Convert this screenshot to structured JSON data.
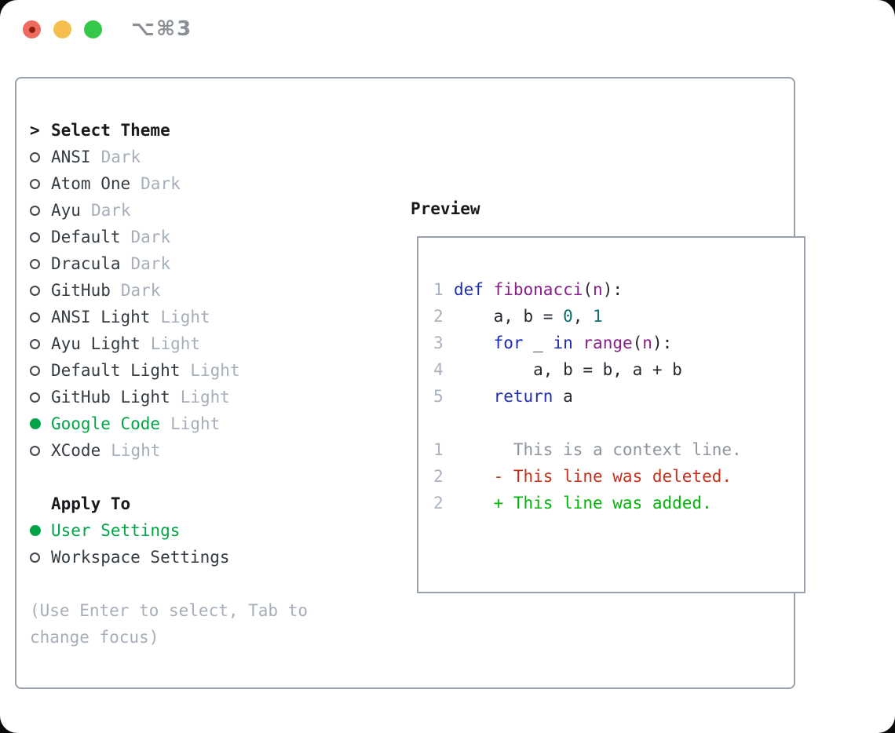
{
  "colors": {
    "light-red": "#ee6a5e",
    "light-red-dot": "#8c1d12",
    "light-yellow": "#f5bf4f",
    "light-green": "#34c748",
    "shortcut": "#8b9097",
    "border": "#99a1ac",
    "header": "#17191c",
    "text": "#343b42",
    "muted": "#a6aeb9",
    "green": "#00a546",
    "gutter": "#a9b2c0",
    "code-plain": "#24292f",
    "keyword": "#1f2db3",
    "function": "#861f86",
    "number": "#0d6e6e",
    "context": "#8d949d",
    "deleted": "#c5301b",
    "added": "#00b407"
  },
  "titlebar": {
    "shortcut": "⌥⌘3",
    "traffic_lights": [
      "close",
      "minimize",
      "zoom"
    ]
  },
  "theme_panel": {
    "header_prefix": ">",
    "header": "Select Theme",
    "items": [
      {
        "label": "ANSI",
        "variant": "Dark",
        "selected": false
      },
      {
        "label": "Atom One",
        "variant": "Dark",
        "selected": false
      },
      {
        "label": "Ayu",
        "variant": "Dark",
        "selected": false
      },
      {
        "label": "Default",
        "variant": "Dark",
        "selected": false
      },
      {
        "label": "Dracula",
        "variant": "Dark",
        "selected": false
      },
      {
        "label": "GitHub",
        "variant": "Dark",
        "selected": false
      },
      {
        "label": "ANSI Light",
        "variant": "Light",
        "selected": false
      },
      {
        "label": "Ayu Light",
        "variant": "Light",
        "selected": false
      },
      {
        "label": "Default Light",
        "variant": "Light",
        "selected": false
      },
      {
        "label": "GitHub Light",
        "variant": "Light",
        "selected": false
      },
      {
        "label": "Google Code",
        "variant": "Light",
        "selected": true
      },
      {
        "label": "XCode",
        "variant": "Light",
        "selected": false
      }
    ],
    "apply_header": "Apply To",
    "apply_options": [
      {
        "label": "User Settings",
        "selected": true
      },
      {
        "label": "Workspace Settings",
        "selected": false
      }
    ],
    "hint_lines": [
      "(Use Enter to select, Tab to",
      "change focus)"
    ]
  },
  "preview": {
    "header": "Preview",
    "lines": [
      {
        "num": "1",
        "tokens": [
          {
            "t": "def",
            "c": "keyword"
          },
          {
            "t": " "
          },
          {
            "t": "fibonacci",
            "c": "function"
          },
          {
            "t": "("
          },
          {
            "t": "n",
            "c": "function"
          },
          {
            "t": "):"
          }
        ]
      },
      {
        "num": "2",
        "tokens": [
          {
            "t": "    a, b = "
          },
          {
            "t": "0",
            "c": "number"
          },
          {
            "t": ", "
          },
          {
            "t": "1",
            "c": "number"
          }
        ]
      },
      {
        "num": "3",
        "tokens": [
          {
            "t": "    "
          },
          {
            "t": "for",
            "c": "keyword"
          },
          {
            "t": " _ "
          },
          {
            "t": "in",
            "c": "keyword"
          },
          {
            "t": " "
          },
          {
            "t": "range",
            "c": "function"
          },
          {
            "t": "("
          },
          {
            "t": "n",
            "c": "function"
          },
          {
            "t": "):"
          }
        ]
      },
      {
        "num": "4",
        "tokens": [
          {
            "t": "        a, b = b, a + b"
          }
        ]
      },
      {
        "num": "5",
        "tokens": [
          {
            "t": "    "
          },
          {
            "t": "return",
            "c": "keyword"
          },
          {
            "t": " a"
          }
        ]
      },
      {
        "num": "",
        "tokens": []
      },
      {
        "num": "1",
        "tokens": [
          {
            "t": "      This is a context line.",
            "c": "context"
          }
        ]
      },
      {
        "num": "2",
        "tokens": [
          {
            "t": "    - This line was deleted.",
            "c": "deleted"
          }
        ]
      },
      {
        "num": "2",
        "tokens": [
          {
            "t": "    + This line was added.",
            "c": "added"
          }
        ]
      }
    ]
  }
}
